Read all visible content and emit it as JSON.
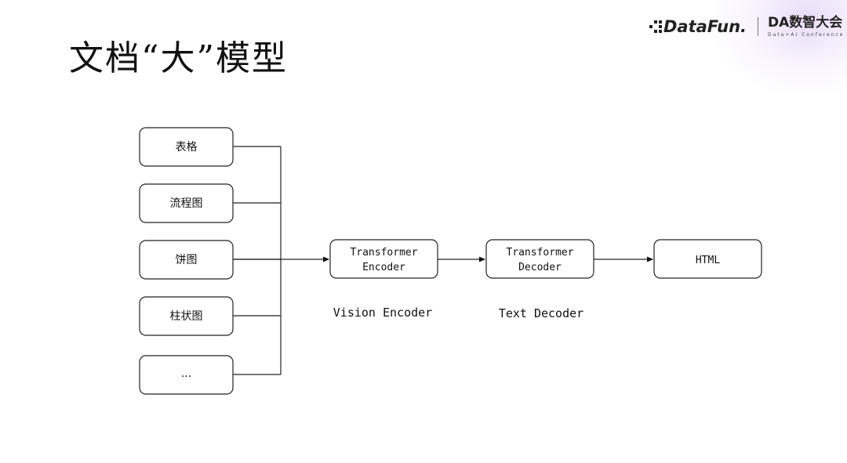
{
  "title": "文档“大”模型",
  "logos": {
    "datafun": "DataFun.",
    "da_main": "DA数智大会",
    "da_sub": "Data+AI Conference"
  },
  "inputs": [
    "表格",
    "流程图",
    "饼图",
    "柱状图",
    "..."
  ],
  "encoder": {
    "line1": "Transformer",
    "line2": "Encoder",
    "caption": "Vision Encoder"
  },
  "decoder": {
    "line1": "Transformer",
    "line2": "Decoder",
    "caption": "Text Decoder"
  },
  "output": "HTML"
}
